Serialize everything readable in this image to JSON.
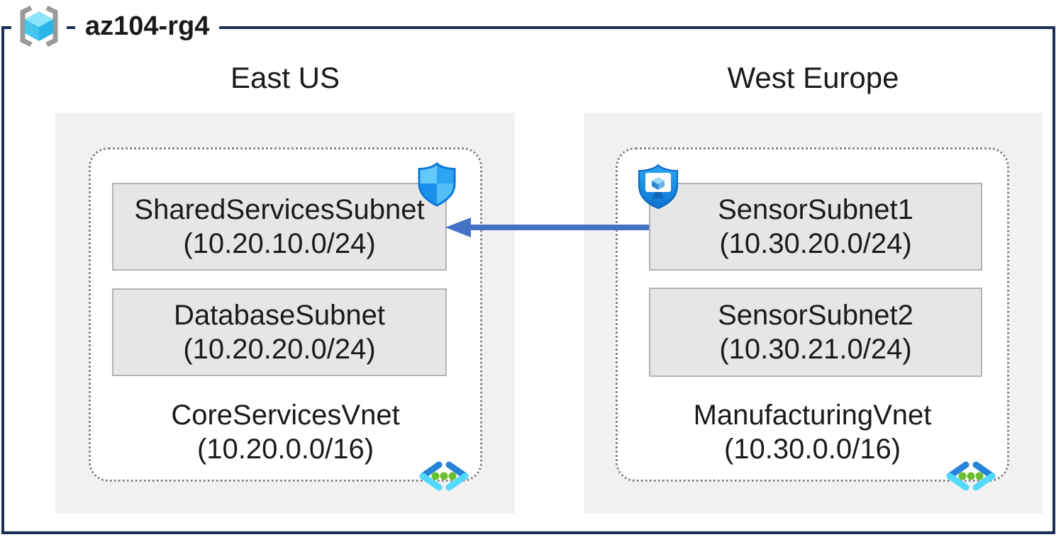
{
  "resource_group": {
    "title": "az104-rg4"
  },
  "regions": [
    {
      "name": "East US",
      "vnet": {
        "name": "CoreServicesVnet",
        "cidr": "(10.20.0.0/16)"
      },
      "subnets": [
        {
          "name": "SharedServicesSubnet",
          "cidr": "(10.20.10.0/24)"
        },
        {
          "name": "DatabaseSubnet",
          "cidr": "(10.20.20.0/24)"
        }
      ]
    },
    {
      "name": "West Europe",
      "vnet": {
        "name": "ManufacturingVnet",
        "cidr": "(10.30.0.0/16)"
      },
      "subnets": [
        {
          "name": "SensorSubnet1",
          "cidr": "(10.30.20.0/24)"
        },
        {
          "name": "SensorSubnet2",
          "cidr": "(10.30.21.0/24)"
        }
      ]
    }
  ],
  "connection": {
    "from": "SensorSubnet1",
    "to": "SharedServicesSubnet",
    "direction": "right-to-left",
    "color": "#4472c4"
  },
  "icons": {
    "resource_group": "resource-group-brackets-cube",
    "network_security_group": "defender-shield-quadrants",
    "application_security_group": "shield-with-monitor-cube",
    "virtual_network": "chevrons-with-green-dots"
  },
  "colors": {
    "outer_border": "#1b2f54",
    "region_bg": "#f1f1f1",
    "subnet_bg": "#e6e6e6",
    "subnet_border": "#b3b3b3",
    "vnet_dotted_border": "#8a8a8a",
    "arrow": "#4472c4",
    "text": "#1a1a1a"
  }
}
